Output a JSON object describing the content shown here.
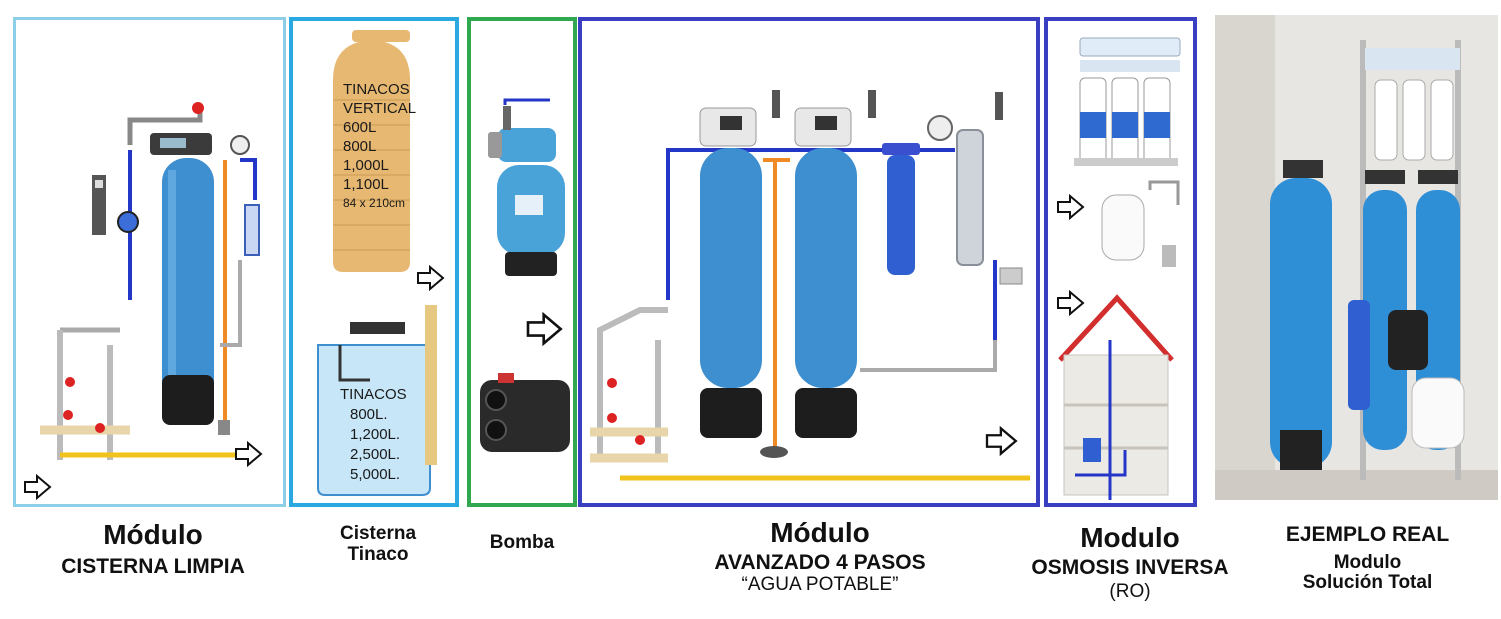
{
  "colors": {
    "cisterna_border": "#8ecfe8",
    "tinaco_border": "#29a9df",
    "bomba_border": "#2fa84f",
    "avanzado_border": "#3a3fc2",
    "osmosis_border": "#3a3fc2",
    "tank_blue": "#3d8fd0",
    "pipe_blue": "#2436c8",
    "pipe_orange": "#f08a24",
    "pipe_yellow": "#f2c21c",
    "tinaco_tan": "#e7b871"
  },
  "panels": {
    "cisterna_limpia": {
      "title": "Módulo",
      "subtitle": "CISTERNA LIMPIA"
    },
    "cisterna_tinaco": {
      "title_line1": "Cisterna",
      "title_line2": "Tinaco",
      "vertical_labels": [
        "TINACOS",
        "VERTICAL",
        "600L",
        "800L",
        "1,000L",
        "1,100L"
      ],
      "vertical_size": "84 x 210cm",
      "cistern_labels": [
        "TINACOS",
        "800L.",
        "1,200L.",
        "2,500L.",
        "5,000L."
      ]
    },
    "bomba": {
      "title": "Bomba"
    },
    "avanzado": {
      "title": "Módulo",
      "subtitle": "AVANZADO 4 PASOS",
      "note": "“AGUA POTABLE”"
    },
    "osmosis": {
      "title": "Modulo",
      "subtitle": "OSMOSIS INVERSA",
      "note": "(RO)"
    },
    "ejemplo": {
      "title": "EJEMPLO REAL",
      "line2": "Modulo",
      "line3": "Solución Total"
    }
  }
}
